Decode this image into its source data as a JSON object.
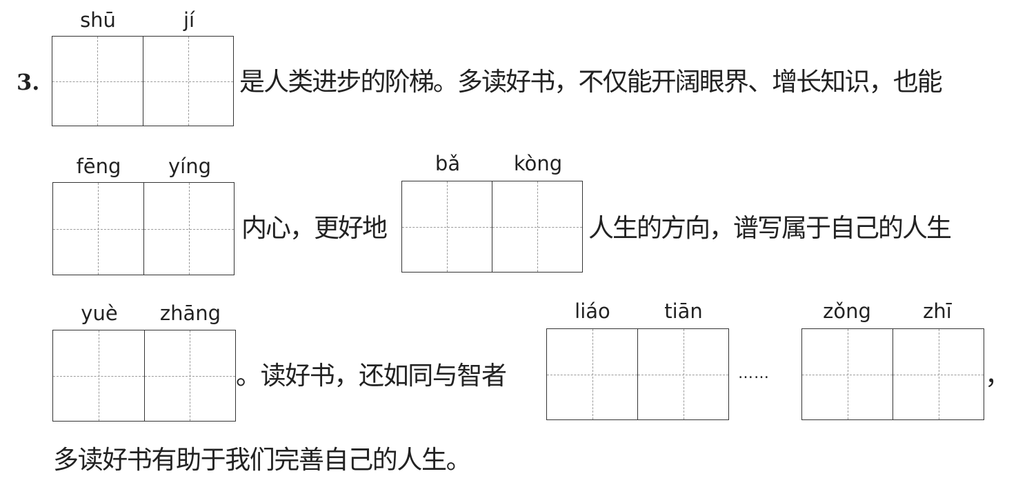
{
  "question": {
    "number": "3.",
    "pinyin": {
      "p1": "shū",
      "p2": "jí",
      "p3": "fēng",
      "p4": "yíng",
      "p5": "bǎ",
      "p6": "kòng",
      "p7": "yuè",
      "p8": "zhāng",
      "p9": "liáo",
      "p10": "tiān",
      "p11": "zǒng",
      "p12": "zhī"
    },
    "text": {
      "t1": "是人类进步的阶梯。多读好书，不仅能开阔眼界、增长知识，也能",
      "t2": "内心，更好地",
      "t3": "人生的方向，谱写属于自己的人生",
      "t4": "。读好书，还如同与智者",
      "t5": "……",
      "t6": "，",
      "t7": "多读好书有助于我们完善自己的人生。"
    }
  }
}
